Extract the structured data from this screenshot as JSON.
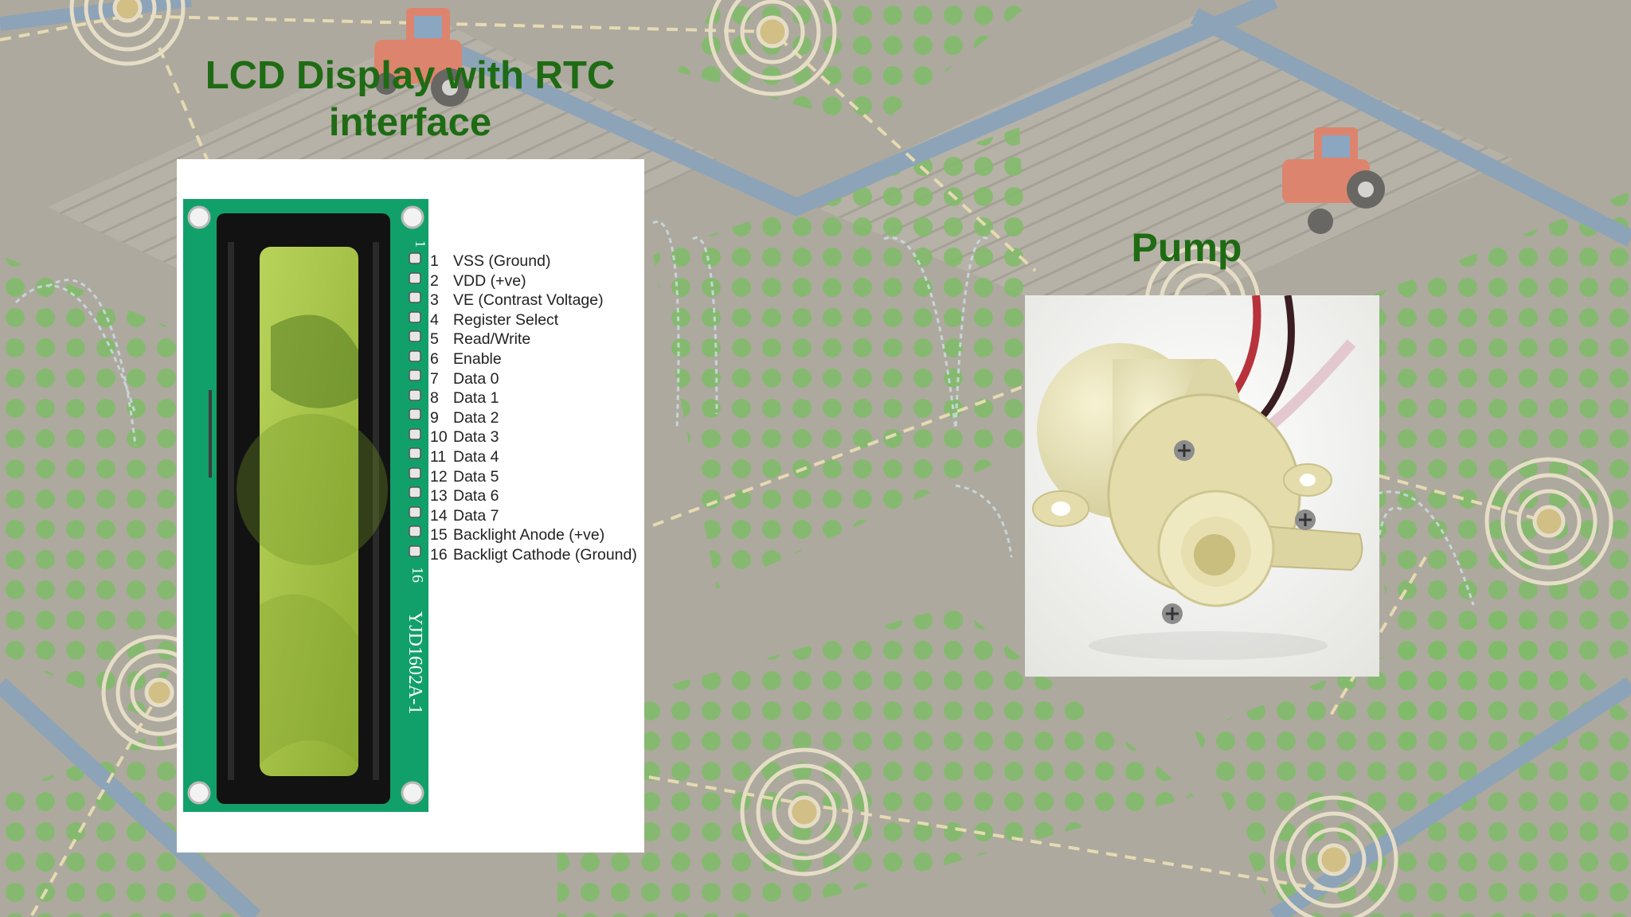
{
  "lcd_section": {
    "title_line1": "LCD Display with RTC",
    "title_line2": "interface",
    "board_marking": "YJD1602A-1",
    "pins": [
      {
        "num": "1",
        "label": "VSS (Ground)"
      },
      {
        "num": "2",
        "label": "VDD (+ve)"
      },
      {
        "num": "3",
        "label": "VE (Contrast Voltage)"
      },
      {
        "num": "4",
        "label": "Register Select"
      },
      {
        "num": "5",
        "label": "Read/Write"
      },
      {
        "num": "6",
        "label": "Enable"
      },
      {
        "num": "7",
        "label": "Data 0"
      },
      {
        "num": "8",
        "label": "Data 1"
      },
      {
        "num": "9",
        "label": "Data 2"
      },
      {
        "num": "10",
        "label": "Data 3"
      },
      {
        "num": "11",
        "label": "Data 4"
      },
      {
        "num": "12",
        "label": "Data 5"
      },
      {
        "num": "13",
        "label": "Data 6"
      },
      {
        "num": "14",
        "label": "Data 7"
      },
      {
        "num": "15",
        "label": "Backlight Anode (+ve)"
      },
      {
        "num": "16",
        "label": "Backligt Cathode (Ground)"
      }
    ],
    "pin_first_marker": "1",
    "pin_last_marker": "16"
  },
  "pump_section": {
    "title": "Pump"
  },
  "colors": {
    "title_green": "#1e6b14",
    "pcb_green": "#12a06a",
    "lcd_screen": "#a6c447",
    "background": "#a9a59a",
    "field_green": "#62b64a",
    "canal_blue": "#7e9cbc",
    "pump_body": "#e8e2b4"
  }
}
